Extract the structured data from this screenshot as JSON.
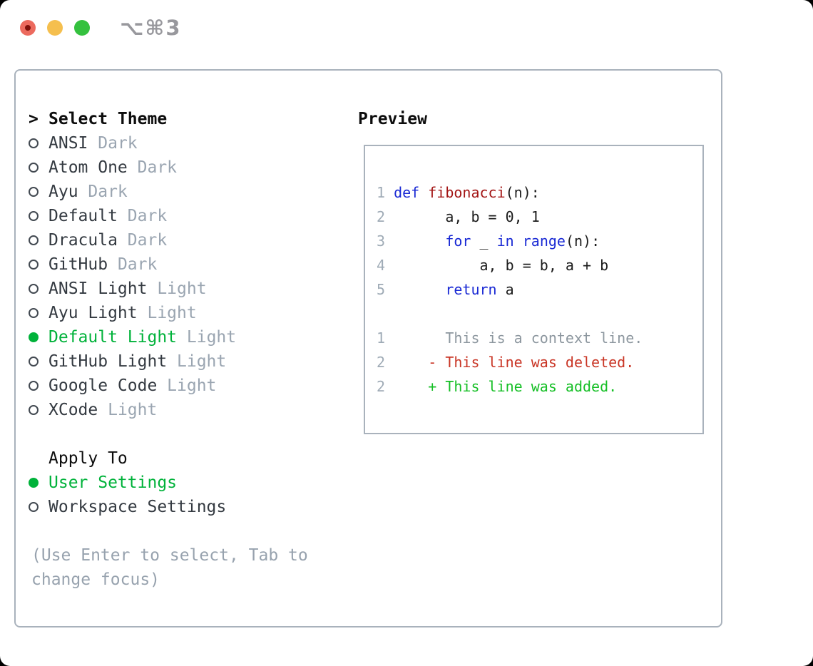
{
  "window": {
    "title": "⌥⌘3"
  },
  "theme_panel": {
    "select_heading": {
      "cursor": ">",
      "label": "Select Theme"
    },
    "themes": [
      {
        "name": "ANSI",
        "variant": "Dark",
        "selected": false
      },
      {
        "name": "Atom One",
        "variant": "Dark",
        "selected": false
      },
      {
        "name": "Ayu",
        "variant": "Dark",
        "selected": false
      },
      {
        "name": "Default",
        "variant": "Dark",
        "selected": false
      },
      {
        "name": "Dracula",
        "variant": "Dark",
        "selected": false
      },
      {
        "name": "GitHub",
        "variant": "Dark",
        "selected": false
      },
      {
        "name": "ANSI Light",
        "variant": "Light",
        "selected": false
      },
      {
        "name": "Ayu Light",
        "variant": "Light",
        "selected": false
      },
      {
        "name": "Default Light",
        "variant": "Light",
        "selected": true
      },
      {
        "name": "GitHub Light",
        "variant": "Light",
        "selected": false
      },
      {
        "name": "Google Code",
        "variant": "Light",
        "selected": false
      },
      {
        "name": "XCode",
        "variant": "Light",
        "selected": false
      }
    ],
    "apply_to": {
      "heading": "Apply To",
      "options": [
        {
          "label": "User Settings",
          "selected": true
        },
        {
          "label": "Workspace Settings",
          "selected": false
        }
      ]
    },
    "hint_line1": "(Use Enter to select, Tab to",
    "hint_line2": "change focus)"
  },
  "preview": {
    "heading": "Preview",
    "code_lines": [
      {
        "num": "1",
        "segs": [
          {
            "t": "def ",
            "c": "kw"
          },
          {
            "t": "fibonacci",
            "c": "fn"
          },
          {
            "t": "(n):",
            "c": "pl"
          }
        ]
      },
      {
        "num": "2",
        "segs": [
          {
            "t": "      a, b = 0, 1",
            "c": "pl"
          }
        ]
      },
      {
        "num": "3",
        "segs": [
          {
            "t": "      ",
            "c": "pl"
          },
          {
            "t": "for",
            "c": "kw"
          },
          {
            "t": " _ ",
            "c": "pl"
          },
          {
            "t": "in",
            "c": "kw"
          },
          {
            "t": " ",
            "c": "pl"
          },
          {
            "t": "range",
            "c": "kw"
          },
          {
            "t": "(n):",
            "c": "pl"
          }
        ]
      },
      {
        "num": "4",
        "segs": [
          {
            "t": "          a, b = b, a + b",
            "c": "pl"
          }
        ]
      },
      {
        "num": "5",
        "segs": [
          {
            "t": "      ",
            "c": "pl"
          },
          {
            "t": "return",
            "c": "kw"
          },
          {
            "t": " a",
            "c": "pl"
          }
        ]
      },
      {
        "num": "",
        "segs": []
      },
      {
        "num": "1",
        "segs": [
          {
            "t": "      This is a context line.",
            "c": "ctx"
          }
        ]
      },
      {
        "num": "2",
        "segs": [
          {
            "t": "    - This line was deleted.",
            "c": "del"
          }
        ]
      },
      {
        "num": "2",
        "segs": [
          {
            "t": "    + This line was added.",
            "c": "add"
          }
        ]
      }
    ]
  },
  "colors": {
    "accent_green": "#00b23a",
    "keyword_blue": "#1929d4",
    "function_red": "#a31515",
    "deleted_red": "#c93525",
    "added_green": "#15bf25",
    "muted_gray": "#9aa5b1",
    "border_gray": "#a9b2bc"
  }
}
